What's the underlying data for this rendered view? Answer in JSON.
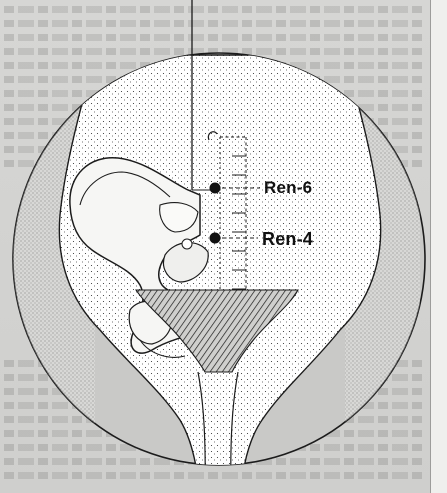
{
  "points": {
    "upper_label": "Ren-6",
    "lower_label": "Ren-4"
  },
  "colors": {
    "ink": "#111111",
    "paper": "#d6d6d4",
    "page_edge": "#efefed"
  },
  "icons": {
    "figure": "pelvis-anatomy-illustration",
    "point_marker": "filled-circle"
  }
}
